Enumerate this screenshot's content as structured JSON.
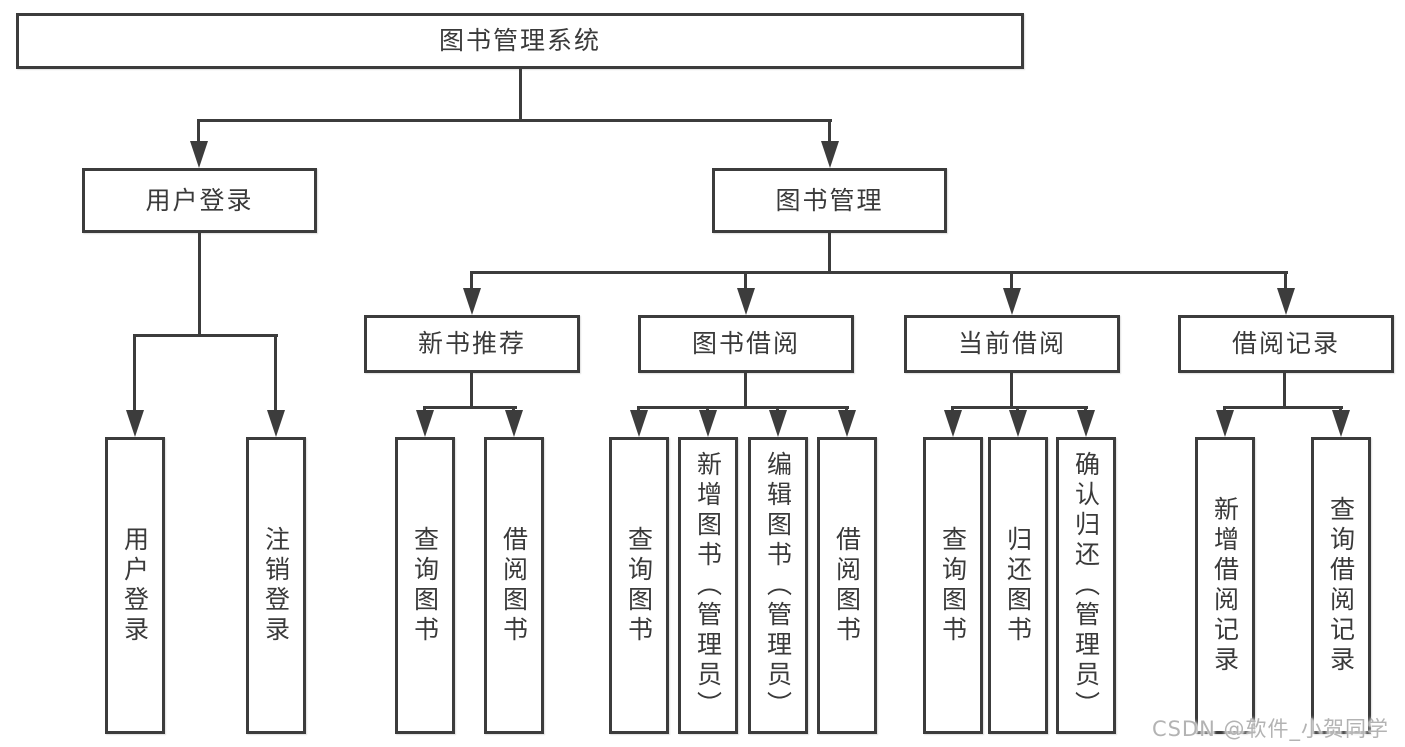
{
  "tree": {
    "root": {
      "label": "图书管理系统"
    },
    "children": [
      {
        "label": "用户登录",
        "children": [
          {
            "label": "用户登录"
          },
          {
            "label": "注销登录"
          }
        ]
      },
      {
        "label": "图书管理",
        "children": [
          {
            "label": "新书推荐",
            "children": [
              {
                "label": "查询图书"
              },
              {
                "label": "借阅图书"
              }
            ]
          },
          {
            "label": "图书借阅",
            "children": [
              {
                "label": "查询图书"
              },
              {
                "label": "新增图书（管理员）"
              },
              {
                "label": "编辑图书（管理员）"
              },
              {
                "label": "借阅图书"
              }
            ]
          },
          {
            "label": "当前借阅",
            "children": [
              {
                "label": "查询图书"
              },
              {
                "label": "归还图书"
              },
              {
                "label": "确认归还（管理员）"
              }
            ]
          },
          {
            "label": "借阅记录",
            "children": [
              {
                "label": "新增借阅记录"
              },
              {
                "label": "查询借阅记录"
              }
            ]
          }
        ]
      }
    ]
  },
  "watermark": {
    "text": "CSDN @软件_小贺同学"
  },
  "colors": {
    "line": "#3c3c3c",
    "box_border": "#3c3c3c",
    "text": "#3a3a3a",
    "watermark_text": "#b3b3b3",
    "background": "#ffffff"
  }
}
